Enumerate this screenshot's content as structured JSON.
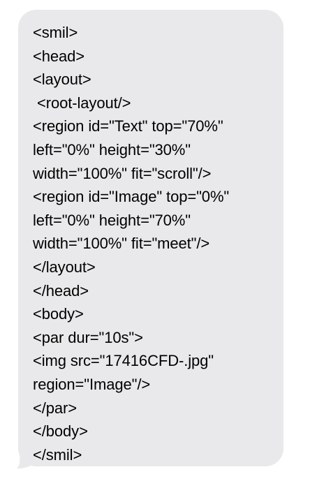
{
  "message": {
    "bubble_color": "#e9e9eb",
    "text_color": "#000000",
    "lines": [
      "<smil>",
      "<head>",
      "<layout>",
      " <root-layout/>",
      "<region id=\"Text\" top=\"70%\"",
      "left=\"0%\" height=\"30%\"",
      "width=\"100%\" fit=\"scroll\"/>",
      "<region id=\"Image\" top=\"0%\"",
      "left=\"0%\" height=\"70%\"",
      "width=\"100%\" fit=\"meet\"/>",
      "</layout>",
      "</head>",
      "<body>",
      "<par dur=\"10s\">",
      "<img src=\"17416CFD-.jpg\"",
      "region=\"Image\"/>",
      "</par>",
      "</body>",
      "</smil>"
    ]
  }
}
